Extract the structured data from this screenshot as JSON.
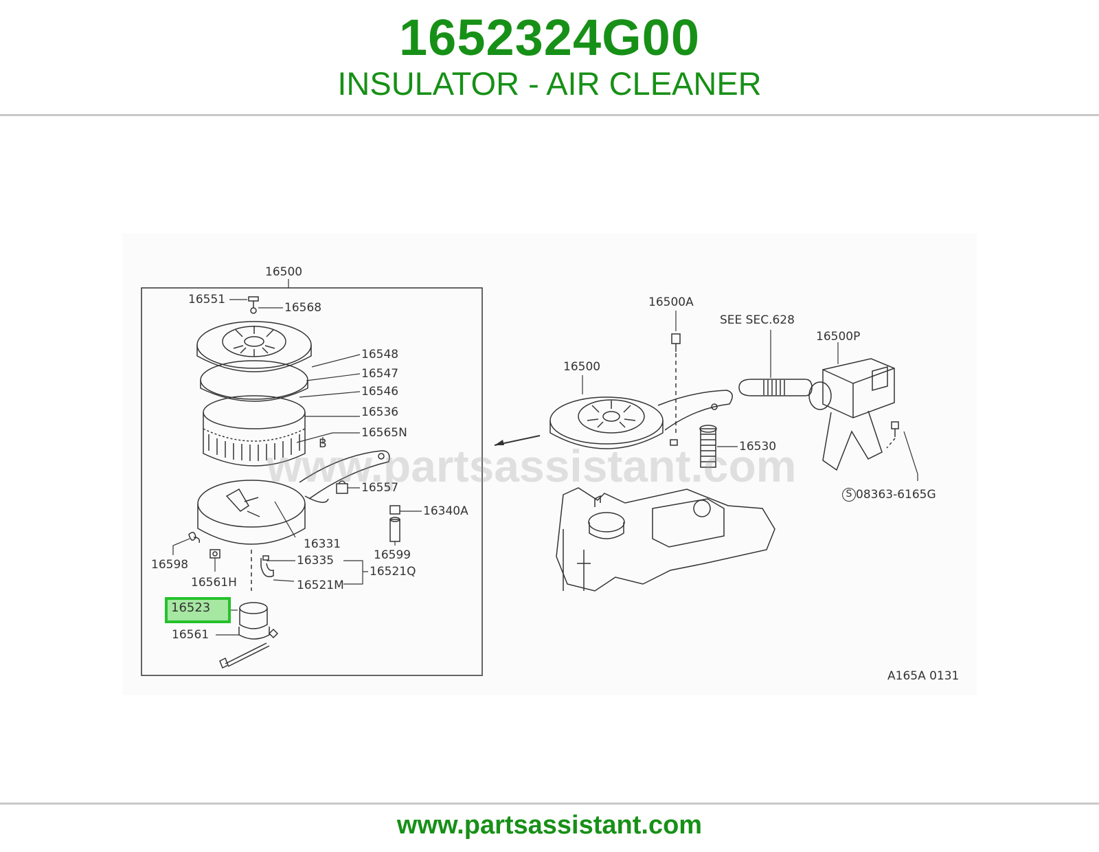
{
  "header": {
    "part_number": "1652324G00",
    "part_name": "INSULATOR - AIR CLEANER"
  },
  "diagram": {
    "watermark": "www.partsassistant.com",
    "code": "A165A 0131",
    "highlighted_part": "16523",
    "labels": {
      "l16500_top": "16500",
      "l16551": "16551",
      "l16568": "16568",
      "l16548": "16548",
      "l16547": "16547",
      "l16546": "16546",
      "l16536": "16536",
      "l16565N": "16565N",
      "lB": "B",
      "l16557": "16557",
      "l16340A": "16340A",
      "l16331": "16331",
      "l16599": "16599",
      "l16598": "16598",
      "l16335": "16335",
      "l16521Q": "16521Q",
      "l16561H": "16561H",
      "l16521M": "16521M",
      "l16561": "16561",
      "l16500A": "16500A",
      "lSEE": "SEE SEC.628",
      "l16500P": "16500P",
      "l16500_right": "16500",
      "l16530": "16530",
      "l08363": "08363-6165G"
    }
  },
  "footer": {
    "url": "www.partsassistant.com"
  },
  "colors": {
    "brand_green": "#179017",
    "highlight_fill": "#a6e7a2",
    "highlight_border": "#25c12c"
  }
}
